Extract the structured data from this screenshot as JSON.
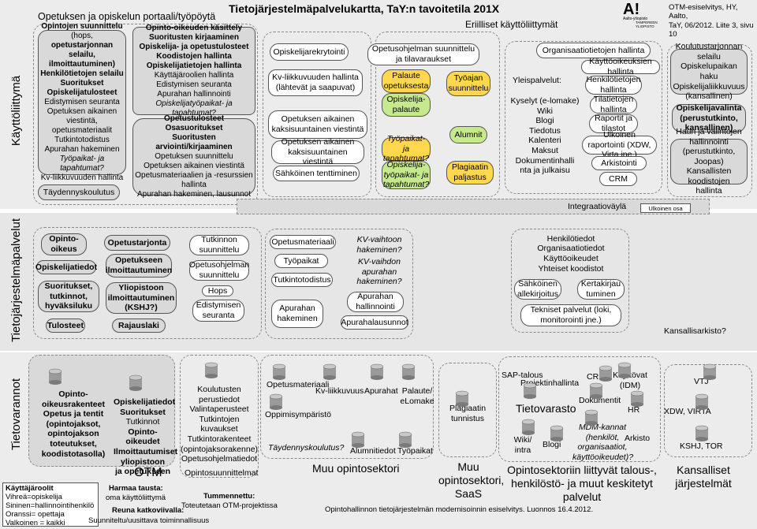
{
  "header": {
    "title_left": "Opetuksen ja opiskelun portaali/työpöytä",
    "title_main": "Tietojärjestelmäpalvelukartta, TaY:n tavoitetila 201X",
    "subtitle": "Eriilliset käyttöliittymät",
    "meta_line1": "OTM-esiselvitys, HY, Aalto,",
    "meta_line2": "TaY, 06/2012. Liite 3, sivu 10",
    "logo_text1": "A!",
    "logo_text2": "Aalto-yliopisto",
    "logo_text3": "TAMPEREEN YLIOPISTO"
  },
  "bands": {
    "ui": "Käyttöliittymä",
    "services": "Tietojärjestelmäpalvelut",
    "resources": "Tietovarannot"
  },
  "ui": {
    "left_col": [
      {
        "t": "Opintojen suunnittelu",
        "b": true
      },
      {
        "t": "(hops, ",
        "b": false
      },
      {
        "t": "opetustarjonnan",
        "b": true
      },
      {
        "t": "selailu,",
        "b": true
      },
      {
        "t": "ilmoittautuminen)",
        "b": true
      },
      {
        "t": "Henkilötietojen selailu",
        "b": true
      },
      {
        "t": "Suoritukset",
        "b": true
      },
      {
        "t": "Opiskelijatulosteet",
        "b": true
      },
      {
        "t": "Edistymisen seuranta",
        "b": false
      },
      {
        "t": "Opetuksen aikainen",
        "b": false
      },
      {
        "t": "viestintä,",
        "b": false
      },
      {
        "t": "opetusmateriaalit",
        "b": false
      },
      {
        "t": "Tutkintotodistus",
        "b": false
      },
      {
        "t": "Apurahan hakeminen",
        "b": false
      },
      {
        "t": "Työpaikat- ja tapahtumat?",
        "b": false,
        "i": true
      },
      {
        "t": "Kv-liikkuvuuden hallinta",
        "b": false
      }
    ],
    "taydennys": "Täydennyskoulutus",
    "mid_top": [
      {
        "t": "Opinto-oikeuden käsittely",
        "b": true
      },
      {
        "t": "Suoritusten kirjaaminen",
        "b": true
      },
      {
        "t": "Opiskelija- ja opetustulosteet",
        "b": true
      },
      {
        "t": "Koodistojen hallinta",
        "b": true
      },
      {
        "t": "Opiskelijatietojen hallinta",
        "b": true
      },
      {
        "t": "Käyttäjäroolien hallinta",
        "b": false
      },
      {
        "t": "Edistymisen seuranta",
        "b": false
      },
      {
        "t": "Apurahan hallinnointi",
        "b": false
      },
      {
        "t": "Opiskelijatyöpaikat- ja",
        "b": false,
        "i": true
      },
      {
        "t": "tapahtumat?",
        "b": false,
        "i": true
      }
    ],
    "mid_bottom": [
      {
        "t": "Opetustulosteet",
        "b": true
      },
      {
        "t": "Osasuoritukset",
        "b": true
      },
      {
        "t": "Suoritusten arviointi/kirjaaminen",
        "b": true
      },
      {
        "t": "Opetuksen suunnittelu",
        "b": false
      },
      {
        "t": "Opetuksen aikainen viestintä",
        "b": false
      },
      {
        "t": "Opetusmateriaalien ja -resurssien",
        "b": false
      },
      {
        "t": "hallinta",
        "b": false
      },
      {
        "t": "Apurahan hakeminen, lausunnot",
        "b": false
      }
    ],
    "rekrytointi": "Opiskelijarekrytointi",
    "kv": "Kv-liikkuvuuden hallinta (lähtevät ja saapuvat)",
    "opetuksen_viestinta": "Opetuksen aikainen kaksisuuntainen viestintä",
    "sahkoinen_tentti": "Sähköinen tenttiminen",
    "opetusohjelman": "Opetusohjelman suunnittelu ja tilavaraukset",
    "palaute_opetus": "Palaute opetuksesta",
    "opiskelijapalaute": "Opiskelija-palaute",
    "tyopaikat": "Työpaikat- ja tapahtumat?",
    "opiskelijatyopaikat": "Opiskelija-työpaikat- ja tapahtumat?",
    "tyoajan": "Työajan suunnittelu",
    "alumnit": "Alumnit",
    "plagiaatin": "Plagiaatin paljastus",
    "org_tietojen": "Organisaatiotietojen hallinta",
    "yleispalvelut": "Yleispalvelut:",
    "yleis_items": [
      "Kyselyt (e-lomake)",
      "Wiki",
      "Blogi",
      "Tiedotus",
      "Kalenteri",
      "Maksut",
      "Dokumentinhalli",
      "nta ja julkaisu"
    ],
    "kayttooikeuksien": "Käyttöoikeuksien hallinta",
    "henkilotietojen": "Henkilötietojen hallinta",
    "tilatietojen": "Tilatietojen hallinta",
    "raportit": "Raportit ja tilastot",
    "ulkoinen_raportointi": "Ulkoinen raportointi (XDW, Virta jne.)",
    "arkistointi": "Arkistointi",
    "crm": "CRM",
    "koulutus_right": [
      {
        "t": "Koulutustarjonnan",
        "b": false
      },
      {
        "t": "selailu",
        "b": false
      },
      {
        "t": "Opiskelupaikan haku",
        "b": false
      },
      {
        "t": "Opiskelijaliikkuvuus",
        "b": false
      },
      {
        "t": "(kansallinen)",
        "b": false
      }
    ],
    "opiskelijavalinta": "Opiskelijavalinta (perustutkinto, kansallinen)",
    "haun_ja": [
      {
        "t": "Haun ja valintojen",
        "b": false
      },
      {
        "t": "hallinnointi",
        "b": false
      },
      {
        "t": "(perustutkinto, Joopas)",
        "b": false
      },
      {
        "t": "Kansallisten koodistojen",
        "b": false
      },
      {
        "t": "hallinta",
        "b": false
      }
    ]
  },
  "integration": {
    "label": "Integraatioväylä",
    "ulkoinen": "Ulkoinen osa"
  },
  "services": {
    "opintooikeus": "Opinto-oikeus",
    "opiskelijatiedot": "Opiskelijatiedot",
    "suoritukset": "Suoritukset, tutkinnot, hyväksiluku",
    "tulosteet": "Tulosteet",
    "opetustarjonta": "Opetustarjonta",
    "opetukseen": "Opetukseen ilmoittautuminen",
    "yliopistoon": "Yliopistoon ilmoittautuminen (KSHJ?)",
    "rajauslaki": "Rajauslaki",
    "tutkinnon": "Tutkinnon suunnittelu",
    "opetusohjelman": "Opetusohjelman suunnittelu",
    "hops": "Hops",
    "edistymisen": "Edistymisen seuranta",
    "opetusmateriaali": "Opetusmateriaali",
    "tyopaikat": "Työpaikat",
    "tutkintotodistus": "Tutkintotodistus",
    "apurahan_hakeminen": "Apurahan hakeminen",
    "kv_vaihtoon": "KV-vaihtoon hakeminen?",
    "kv_vaihdon": "KV-vaihdon apurahan hakeminen?",
    "apurahan_hallinnointi": "Apurahan hallinnointi",
    "apurahalausunnot": "Apurahalausunnot",
    "henkilo_group": [
      "Henkilötiedot",
      "Organisaatiotiedot",
      "Käyttöoikeudet",
      "Yhteiset koodistot"
    ],
    "sahkoinen_allekirjoitus": "Sähköinen allekirjoitus",
    "kertakirjautuminen": "Kertakirjau tuminen",
    "tekniset": "Tekniset palvelut (loki, monitorointi jne.)",
    "kansallisarkisto": "Kansallisarkisto?"
  },
  "resources": {
    "otm_list_bold": [
      "Opinto-oikeusrakenteet",
      "Opetus ja tentit",
      "(opintojaksot,",
      "opintojakson",
      "toteutukset,",
      "koodistotasolla)"
    ],
    "otm_list2": [
      {
        "t": "Opiskelijatiedot",
        "b": true
      },
      {
        "t": "Suoritukset",
        "b": true
      },
      {
        "t": "Tutkinnot",
        "b": false
      },
      {
        "t": "Opinto-oikeudet",
        "b": true
      },
      {
        "t": "Ilmoittautumiset",
        "b": true
      },
      {
        "t": "yliopistoon",
        "b": true
      },
      {
        "t": "ja opetukseen",
        "b": true
      }
    ],
    "otm": "OTM",
    "opintosuunnittelu_list": [
      "Koulutusten perustiedot",
      "Valintaperusteet",
      "Tutkintojen kuvaukset",
      "Tutkintorakenteet",
      "(opintojaksorakenne)",
      "Opetusohjelmatiedot"
    ],
    "opintosuunnittelu": "Opintosuunnittelmat",
    "opetusmateriaali": "Opetusmateriaali",
    "kv_liikkuvuus": "Kv-liikkuvuus",
    "apurahat": "Apurahat",
    "palaute": "Palaute/ eLomake",
    "oppimisymparisto": "Oppimisympäristö",
    "taydennyskoulutus": "Täydennyskoulutus?",
    "alumnitiedot": "Alumnitiedot",
    "tyopaikat": "Työpaikat",
    "muu_opintosektori": "Muu opintosektori",
    "plagiaatin": "Plagiaatin tunnistus",
    "muu_saas": "Muu opintosektori, SaaS",
    "sap": "SAP-talous",
    "projektinhallinta": "Projektinhallinta",
    "tietovarasto": "Tietovarasto",
    "wiki": "Wiki/ intra",
    "blogi": "Blogi",
    "crm": "CRM",
    "kayttovat": "Käyttövat (IDM)",
    "dokumentit": "Dokumentit",
    "hr": "HR",
    "mdm": "MDM-kannat (henkilöt, organisaatiot, käyttöoikeudet)?",
    "arkisto": "Arkisto",
    "opintosektoriin": "Opintosektoriin liittyvät talous-, henkilöstö- ja muut keskitetyt palvelut",
    "vtj": "VTJ",
    "xdw": "XDW, VIRTA",
    "kshj": "KSHJ, TOR",
    "kansalliset": "Kansalliset järjestelmät"
  },
  "legend": {
    "kayttajaroolit": "Käyttäjäroolit",
    "lines": [
      "Vihreä=opiskelija",
      "Sininen=hallinnointihenkilö",
      "Oranssi= opettaja",
      "Valkoinen = kaikki"
    ],
    "harmaa": "Harmaa tausta:",
    "harmaa_desc": "oma käyttöliittymä",
    "tummennettu": "Tummennettu:",
    "tummennettu_desc": "Toteutetaan OTM-projektissa",
    "reuna": "Reuna katkoviivalla:",
    "reuna_desc": "Suunniteltu/uusittava toiminnallisuus",
    "footer": "Opintohallinnon tietojärjestelmän modernisoinnin esiselvitys. Luonnos 16.4.2012."
  }
}
